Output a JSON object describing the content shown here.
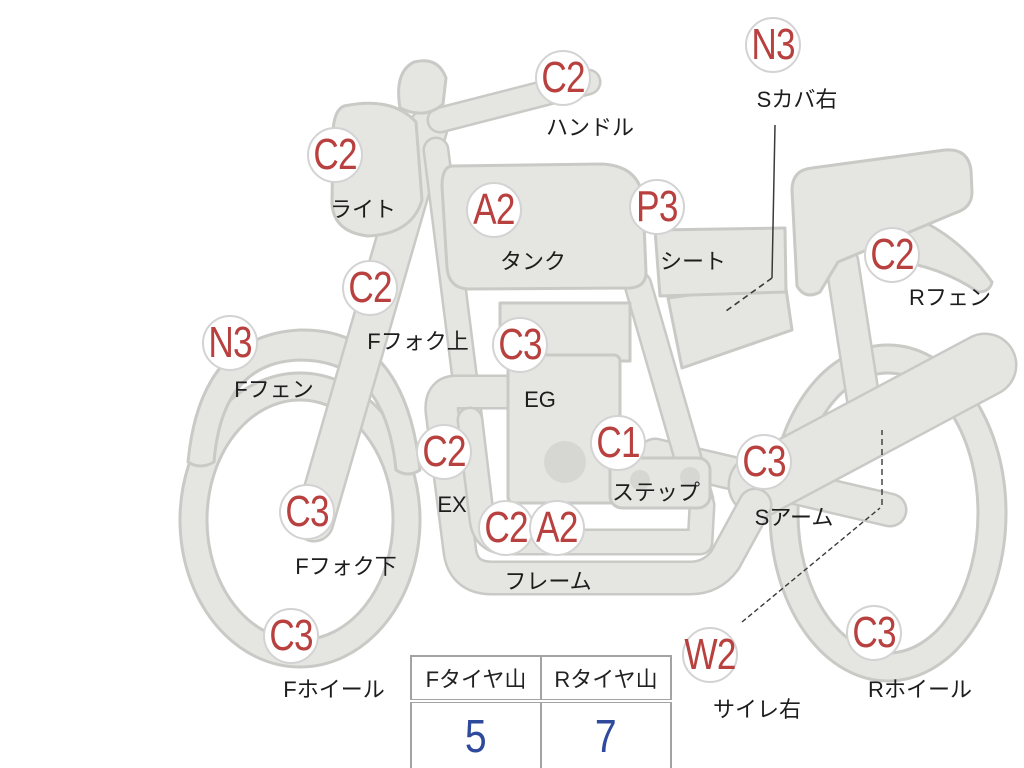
{
  "parts": [
    {
      "label": "ハンドル",
      "grades": [
        "C2"
      ]
    },
    {
      "label": "Sカバ右",
      "grades": [
        "N3"
      ]
    },
    {
      "label": "ライト",
      "grades": [
        "C2"
      ]
    },
    {
      "label": "タンク",
      "grades": [
        "A2"
      ]
    },
    {
      "label": "シート",
      "grades": [
        "P3"
      ]
    },
    {
      "label": "Rフェン",
      "grades": [
        "C2"
      ]
    },
    {
      "label": "Fフォク上",
      "grades": [
        "C2"
      ]
    },
    {
      "label": "Fフェン",
      "grades": [
        "N3"
      ]
    },
    {
      "label": "EG",
      "grades": [
        "C3"
      ]
    },
    {
      "label": "EX",
      "grades": [
        "C2"
      ]
    },
    {
      "label": "ステップ",
      "grades": [
        "C1"
      ]
    },
    {
      "label": "Sアーム",
      "grades": [
        "C3"
      ]
    },
    {
      "label": "Fフォク下",
      "grades": [
        "C3"
      ]
    },
    {
      "label": "フレーム",
      "grades": [
        "C2",
        "A2"
      ]
    },
    {
      "label": "Fホイール",
      "grades": [
        "C3"
      ]
    },
    {
      "label": "サイレ右",
      "grades": [
        "W2"
      ]
    },
    {
      "label": "Rホイール",
      "grades": [
        "C3"
      ]
    }
  ],
  "tire_tread": {
    "headers": [
      "Fタイヤ山",
      "Rタイヤ山"
    ],
    "values": [
      5,
      7
    ]
  },
  "colors": {
    "grade_text": "#b8413f",
    "tread_value": "#2f4a9c",
    "body_fill": "#e5e5e2",
    "body_outline": "#c9c9c6",
    "badge_border": "#d3d3d3"
  }
}
